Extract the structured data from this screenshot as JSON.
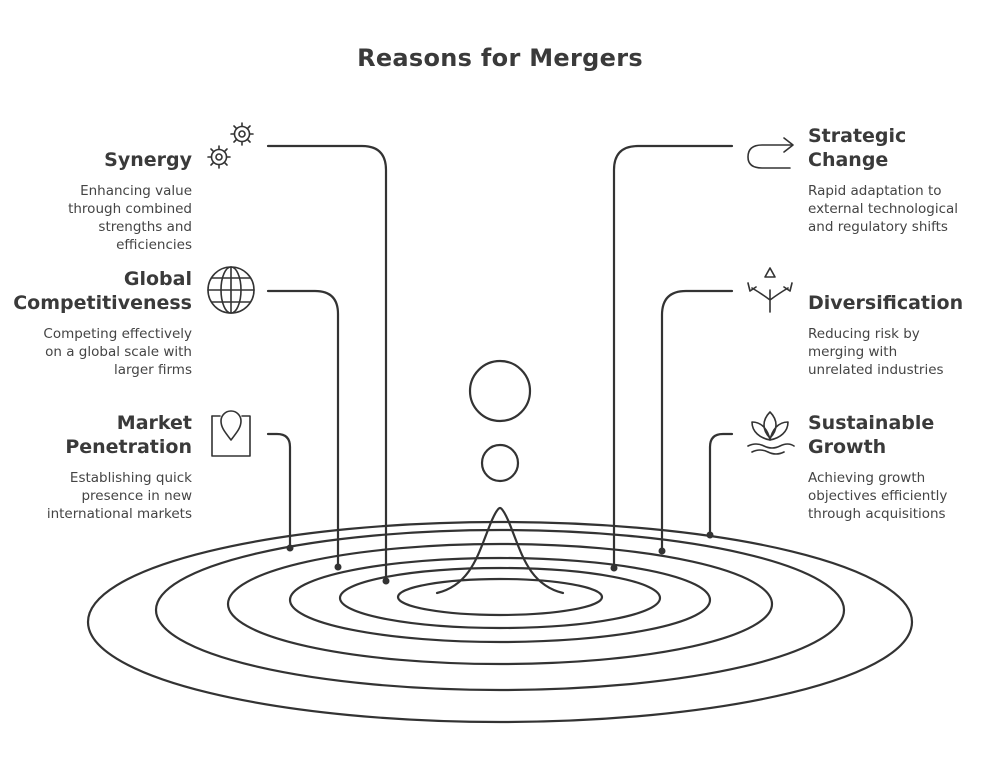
{
  "title": "Reasons for Mergers",
  "items": {
    "synergy": {
      "heading": "Synergy",
      "description": "Enhancing value\nthrough combined\nstrengths and\nefficiencies",
      "icon": "gears-icon"
    },
    "global": {
      "heading": "Global\nCompetitiveness",
      "description": "Competing effectively\non a global scale with\nlarger firms",
      "icon": "globe-icon"
    },
    "market": {
      "heading": "Market\nPenetration",
      "description": "Establishing quick\npresence in new\ninternational markets",
      "icon": "map-pin-icon"
    },
    "strategic": {
      "heading": "Strategic\nChange",
      "description": "Rapid adaptation to\nexternal technological\nand regulatory shifts",
      "icon": "u-turn-arrow-icon"
    },
    "diversification": {
      "heading": "Diversification",
      "description": "Reducing risk by\nmerging with\nunrelated industries",
      "icon": "branching-arrows-icon"
    },
    "sustainable": {
      "heading": "Sustainable\nGrowth",
      "description": "Achieving growth\nobjectives efficiently\nthrough acquisitions",
      "icon": "lotus-icon"
    }
  },
  "colors": {
    "ink": "#3a3a3a",
    "background": "#ffffff"
  }
}
